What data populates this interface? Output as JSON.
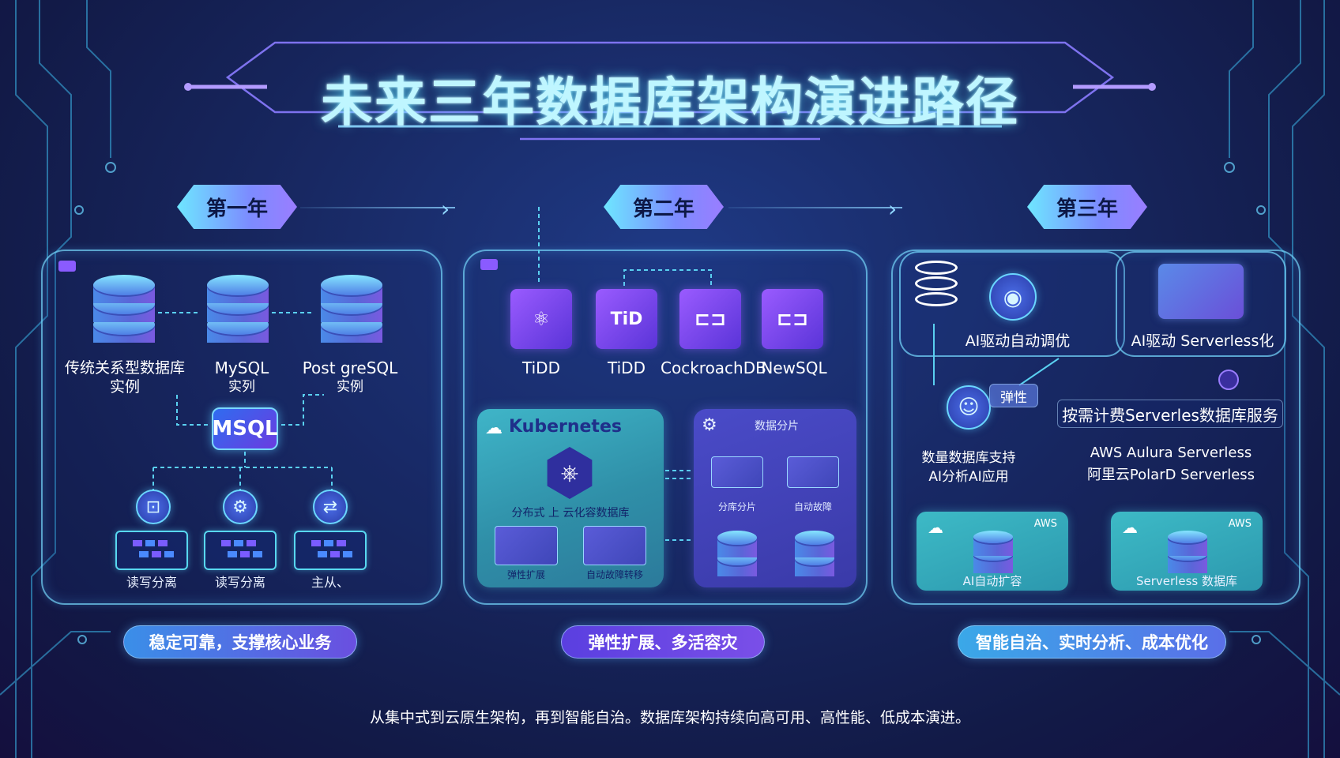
{
  "title": "未来三年数据库架构演进路径",
  "years": [
    "第一年",
    "第二年",
    "第三年"
  ],
  "year1": {
    "db_labels": [
      [
        "传统关系型数据库",
        "实例"
      ],
      [
        "MySQL",
        "实列"
      ],
      [
        "Post greSQL",
        "实例"
      ]
    ],
    "center_chip": "MSQL",
    "nodes": [
      "读写分离",
      "读写分离",
      "主从、"
    ]
  },
  "year2": {
    "tiles": [
      {
        "icon": "atom-icon",
        "label": "TiDD"
      },
      {
        "icon": "tidb-logo-icon",
        "label": "TiDD",
        "glyph": "TiD"
      },
      {
        "icon": "link-node-icon",
        "label": "CockroachDB"
      },
      {
        "icon": "link-node-icon",
        "label": "NewSQL"
      }
    ],
    "k8s": {
      "title": "Kubernetes",
      "caption": "分布式 上 云化容数据库",
      "panel_labels": [
        "弹性扩展",
        "自动故障转移"
      ]
    },
    "shard": {
      "title": "数据分片",
      "panel_labels": [
        "分库分片",
        "自动故障"
      ]
    }
  },
  "year3": {
    "sub1_label": "AI驱动自动调优",
    "sub2_label": "AI驱动 Serverless化",
    "tag_left": "弹性",
    "left_caption": [
      "数量数据库支持",
      "AI分析AI应用"
    ],
    "service_tag": "按需计费Serverles数据库服务",
    "providers": [
      "AWS Aulura Serverless",
      "阿里云PolarD Serverless"
    ],
    "cards": [
      {
        "badge": "AWS",
        "label": "AI自动扩容"
      },
      {
        "badge": "AWS",
        "label": "Serverless 数据库"
      }
    ]
  },
  "pills": [
    "稳定可靠，支撑核心业务",
    "弹性扩展、多活容灾",
    "智能自治、实时分析、成本优化"
  ],
  "footer": "从集中式到云原生架构，再到智能自治。数据库架构持续向高可用、高性能、低成本演进。",
  "colors": {
    "accent_cyan": "#6ee6ff",
    "accent_purple": "#8a5bff",
    "background": "#17265e"
  }
}
